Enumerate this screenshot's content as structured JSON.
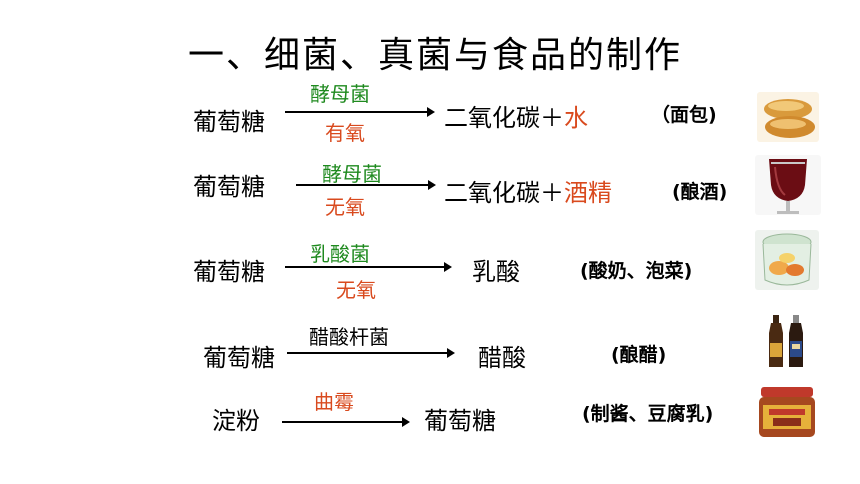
{
  "title": "一、细菌、真菌与食品的制作",
  "rows": [
    {
      "substrate": "葡萄糖",
      "above": "酵母菌",
      "below": "有氧",
      "product_main": "二氧化碳＋",
      "product_hl": "水",
      "note": "（面包)",
      "image": "bread-icon"
    },
    {
      "substrate": "葡萄糖",
      "above": "酵母菌",
      "below": "无氧",
      "product_main": "二氧化碳＋",
      "product_hl": "酒精",
      "note": "(酿酒)",
      "image": "wine-glass-icon"
    },
    {
      "substrate": "葡萄糖",
      "above": "乳酸菌",
      "below": "无氧",
      "product_main": "乳酸",
      "product_hl": "",
      "note": "(酸奶、泡菜)",
      "image": "pickle-jar-icon"
    },
    {
      "substrate": "葡萄糖",
      "above": "醋酸杆菌",
      "below": "",
      "product_main": "醋酸",
      "product_hl": "",
      "note": "(酿醋)",
      "image": "vinegar-bottles-icon"
    },
    {
      "substrate": "淀粉",
      "above": "曲霉",
      "below": "",
      "product_main": "葡萄糖",
      "product_hl": "",
      "note": "(制酱、豆腐乳)",
      "image": "sauce-jar-icon"
    }
  ]
}
